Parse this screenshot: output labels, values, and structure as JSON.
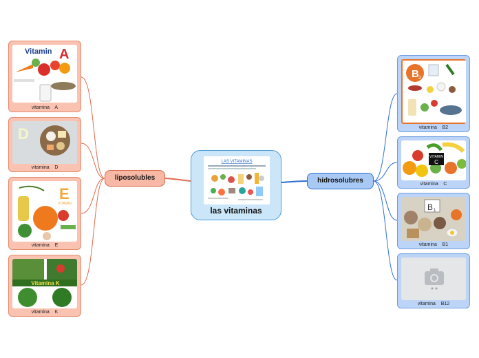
{
  "central": {
    "title": "las vitaminas",
    "image_caption": "LAS VITAMINAS"
  },
  "left_branch": {
    "label": "liposolubles"
  },
  "right_branch": {
    "label": "hidrosolubres"
  },
  "left_cards": [
    {
      "label": "vitamina    A",
      "image_text": "Vitamin",
      "image_letter": "A"
    },
    {
      "label": "vitamina    D",
      "image_letter": "D"
    },
    {
      "label": "vitamina    E",
      "image_letter": "E",
      "image_text": "VITAMIN"
    },
    {
      "label": "vitamina    K",
      "image_text": "Vitamina K"
    }
  ],
  "right_cards": [
    {
      "label": "vitamina    B2",
      "image_letter": "B",
      "image_sub": "2"
    },
    {
      "label": "vitamina    C",
      "image_text": "VITAMIN",
      "image_letter": "C"
    },
    {
      "label": "vitamina    B1",
      "image_letter": "B",
      "image_sub": "1"
    },
    {
      "label": "vitamina    B12"
    }
  ],
  "colors": {
    "left_line": "#e06a4c",
    "right_line": "#2d6fcf",
    "left_fill": "#f9c2b1",
    "right_fill": "#bcd4f7"
  },
  "icons": {
    "placeholder": "camera-icon"
  }
}
